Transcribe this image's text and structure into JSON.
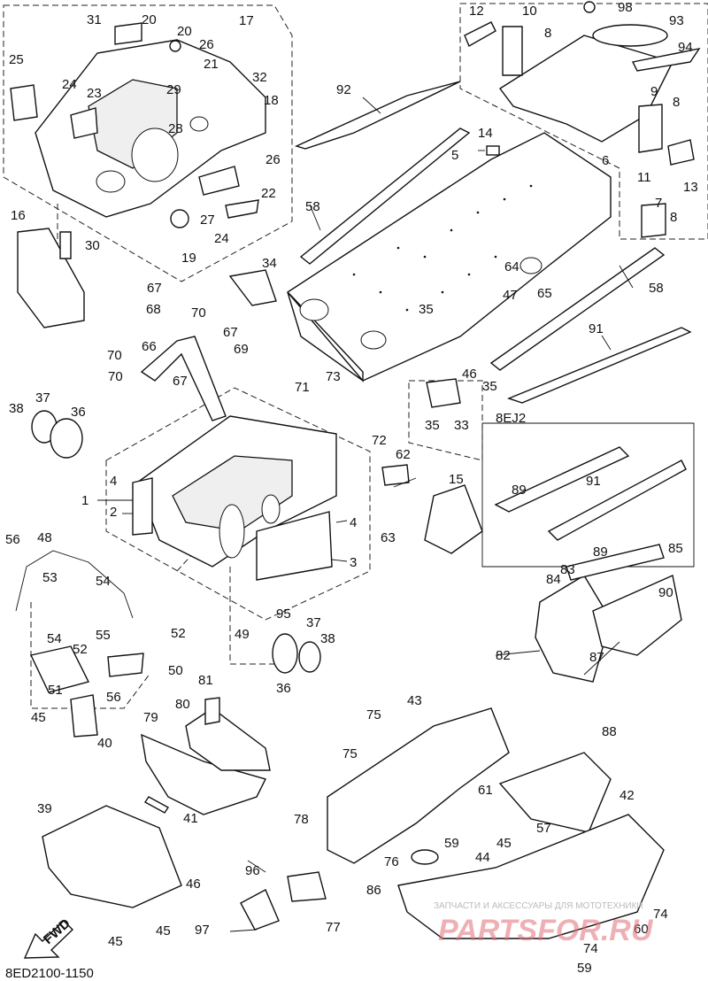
{
  "diagram_code": "8ED2100-1150",
  "fwd_label": "FWD",
  "inset_label": "8EJ2",
  "watermark": {
    "caption": "ЗАПЧАСТИ И АКСЕССУАРЫ ДЛЯ МОТОТЕХНИКИ",
    "brand": "PARTSFOR.RU"
  },
  "callouts": [
    "1",
    "2",
    "3",
    "4",
    "5",
    "6",
    "7",
    "8",
    "9",
    "10",
    "11",
    "12",
    "13",
    "14",
    "15",
    "16",
    "17",
    "18",
    "19",
    "20",
    "21",
    "22",
    "23",
    "24",
    "25",
    "26",
    "27",
    "28",
    "29",
    "30",
    "31",
    "32",
    "33",
    "34",
    "35",
    "36",
    "37",
    "38",
    "39",
    "40",
    "41",
    "42",
    "43",
    "44",
    "45",
    "46",
    "47",
    "48",
    "49",
    "50",
    "51",
    "52",
    "53",
    "54",
    "55",
    "56",
    "57",
    "58",
    "59",
    "60",
    "61",
    "62",
    "63",
    "64",
    "65",
    "66",
    "67",
    "68",
    "69",
    "70",
    "71",
    "72",
    "73",
    "74",
    "75",
    "76",
    "77",
    "78",
    "79",
    "80",
    "81",
    "82",
    "83",
    "84",
    "85",
    "86",
    "87",
    "88",
    "89",
    "90",
    "91",
    "92",
    "93",
    "94",
    "95",
    "96",
    "97",
    "98"
  ]
}
